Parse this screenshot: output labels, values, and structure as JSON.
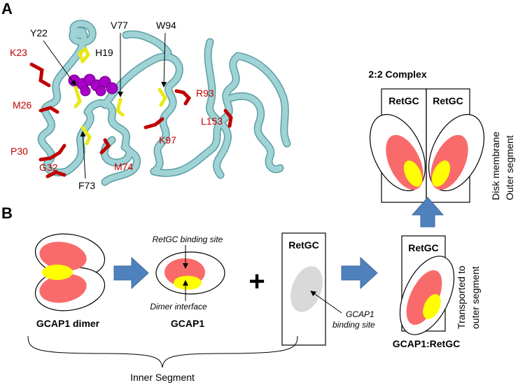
{
  "panels": {
    "a_letter": "A",
    "b_letter": "B"
  },
  "residues": {
    "yellow": [
      "Y22",
      "H19",
      "V77",
      "W94",
      "F73"
    ],
    "red": [
      "K23",
      "M26",
      "P30",
      "G32",
      "R93",
      "L153",
      "K97",
      "M74"
    ]
  },
  "panel_b": {
    "complex_title": "2:2 Complex",
    "retgc_label": "RetGC",
    "disk_membrane": "Disk membrane",
    "outer_segment": "Outer segment",
    "transported_line1": "Transported to",
    "transported_line2": "outer segment",
    "retgc_binding_site": "RetGC binding site",
    "dimer_interface": "Dimer interface",
    "gcap1_binding_line1": "GCAP1",
    "gcap1_binding_line2": "binding site",
    "plus": "+",
    "gcap1_dimer": "GCAP1 dimer",
    "gcap1": "GCAP1",
    "gcap1_retgc": "GCAP1:RetGC",
    "inner_segment": "Inner Segment"
  },
  "colors": {
    "ribbon": "#9fd3d6",
    "ribbon_edge": "#5a9ea2",
    "lobe_red": "#f96b6b",
    "lobe_yellow": "#ffff00",
    "binding_gray": "#d9d9d9",
    "arrow_blue": "#4f81bd",
    "residue_red": "#c00000",
    "residue_yellow": "#e8e81a",
    "retinal_magenta": "#a800c8"
  }
}
